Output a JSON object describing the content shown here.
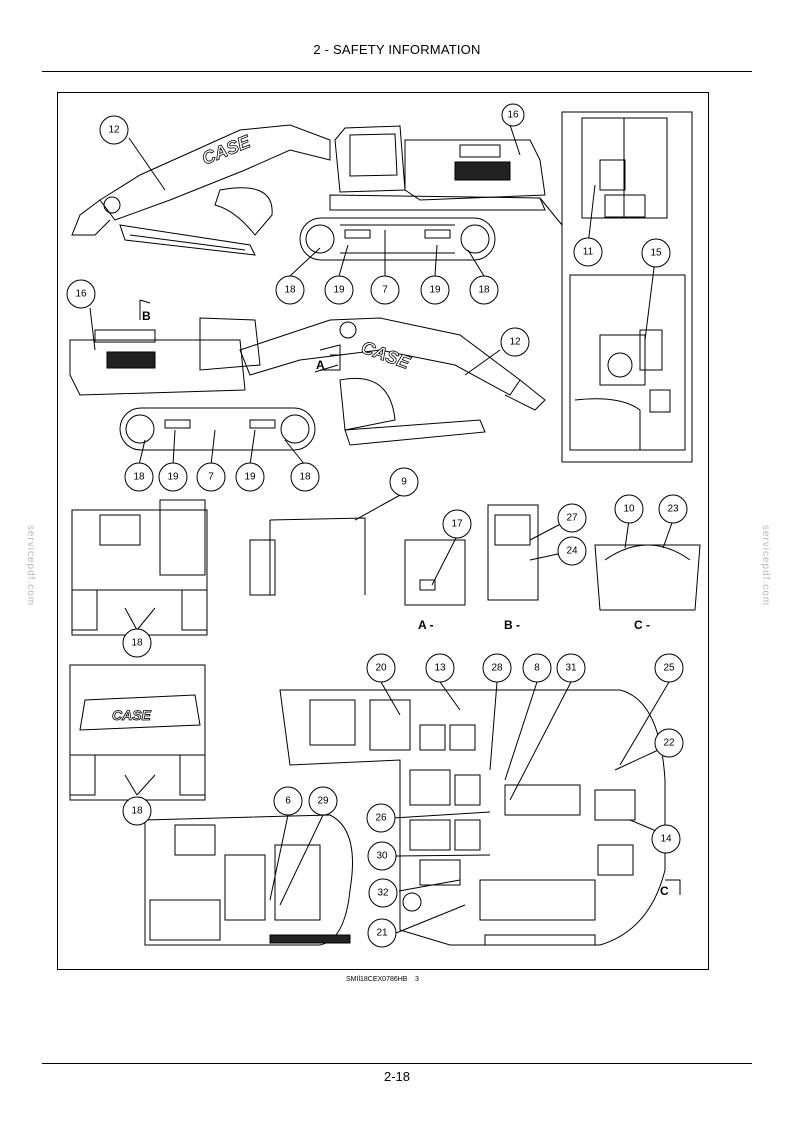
{
  "header": {
    "title": "2 - SAFETY INFORMATION"
  },
  "figure": {
    "callouts": {
      "c12a": "12",
      "c16a": "16",
      "c18a": "18",
      "c19a": "19",
      "c7a": "7",
      "c19b": "19",
      "c18b": "18",
      "c11": "11",
      "c15": "15",
      "c16b": "16",
      "c12b": "12",
      "c18c": "18",
      "c19c": "19",
      "c7b": "7",
      "c19d": "19",
      "c18d": "18",
      "c9": "9",
      "c17": "17",
      "c27": "27",
      "c24": "24",
      "c10": "10",
      "c23": "23",
      "c18e": "18",
      "c20": "20",
      "c13": "13",
      "c28": "28",
      "c8": "8",
      "c31": "31",
      "c25": "25",
      "c22": "22",
      "c14": "14",
      "c6": "6",
      "c29": "29",
      "c26": "26",
      "c30": "30",
      "c32": "32",
      "c21": "21",
      "c18f": "18"
    },
    "view_labels": {
      "a_marker": "A",
      "b_marker": "B",
      "c_marker": "C",
      "a_view": "A -",
      "b_view": "B -",
      "c_view": "C -"
    },
    "brand": "CASE"
  },
  "figure_ref": {
    "code": "SMIl18CEX0786HB",
    "number": "3"
  },
  "footer": {
    "page_number": "2-18"
  },
  "watermark": "servicepdf.com"
}
